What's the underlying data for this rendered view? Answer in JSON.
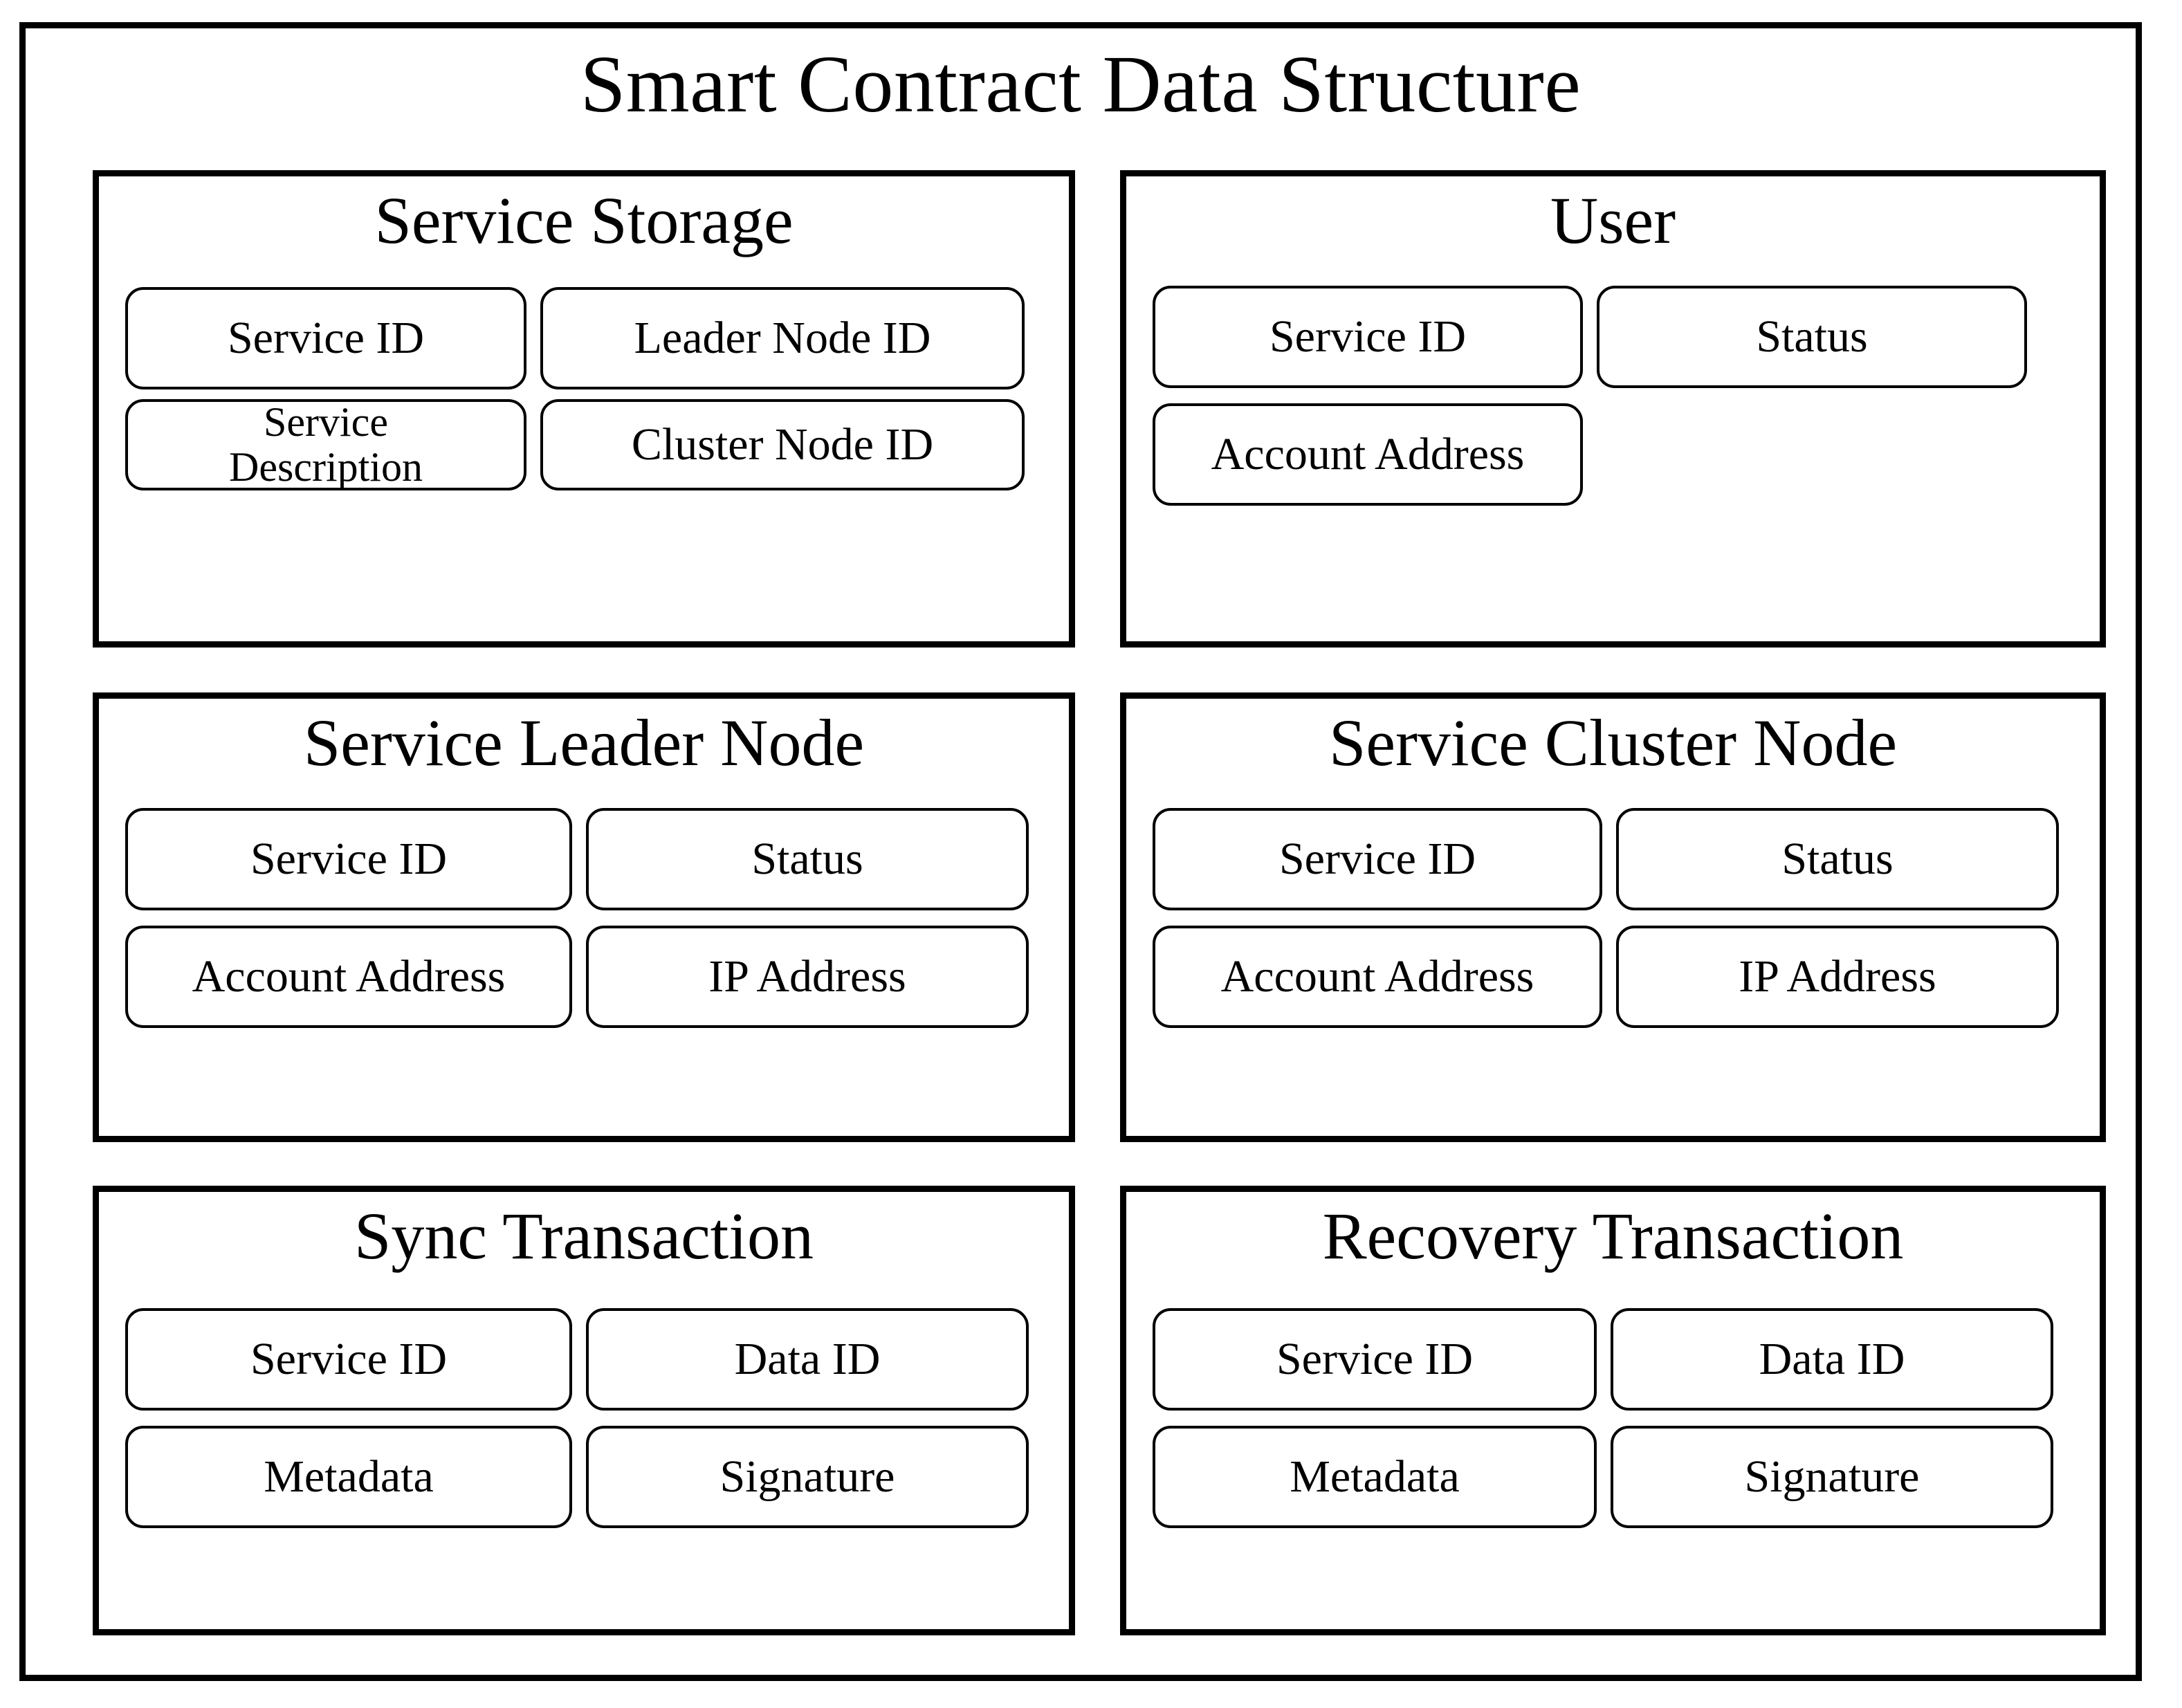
{
  "diagram": {
    "title": "Smart Contract Data Structure",
    "colors": {
      "stroke": "#000000",
      "background": "#ffffff",
      "text": "#000000"
    },
    "panels": [
      {
        "id": "service-storage",
        "title": "Service Storage",
        "fields": [
          "Service ID",
          "Leader Node ID",
          "Service\nDescription",
          "Cluster Node ID"
        ]
      },
      {
        "id": "user",
        "title": "User",
        "fields": [
          "Service ID",
          "Status",
          "Account Address"
        ]
      },
      {
        "id": "service-leader-node",
        "title": "Service Leader Node",
        "fields": [
          "Service ID",
          "Status",
          "Account Address",
          "IP Address"
        ]
      },
      {
        "id": "service-cluster-node",
        "title": "Service Cluster Node",
        "fields": [
          "Service ID",
          "Status",
          "Account Address",
          "IP Address"
        ]
      },
      {
        "id": "sync-transaction",
        "title": "Sync Transaction",
        "fields": [
          "Service ID",
          "Data ID",
          "Metadata",
          "Signature"
        ]
      },
      {
        "id": "recovery-transaction",
        "title": "Recovery Transaction",
        "fields": [
          "Service ID",
          "Data ID",
          "Metadata",
          "Signature"
        ]
      }
    ]
  }
}
